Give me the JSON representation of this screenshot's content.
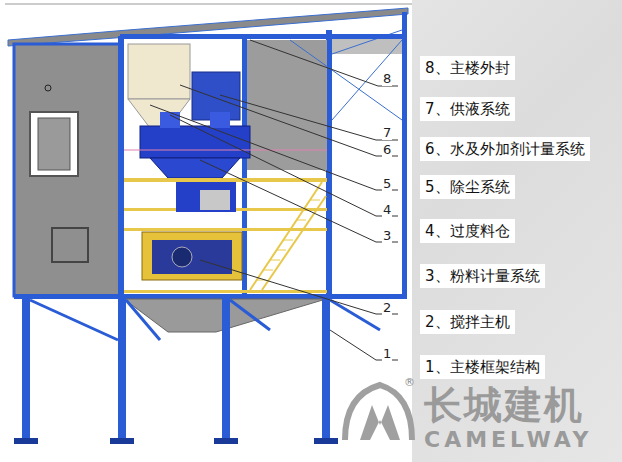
{
  "diagram": {
    "labels": [
      "8、主楼外封",
      "7、供液系统",
      "6、水及外加剂计量系统",
      "5、除尘系统",
      "4、过度料仓",
      "3、粉料计量系统",
      "2、搅拌主机",
      "1、主楼框架结构",
      "8",
      "7",
      "6",
      "5",
      "4",
      "3",
      "2",
      "1",
      "®",
      "长城建机",
      "CAMELWAY"
    ]
  }
}
